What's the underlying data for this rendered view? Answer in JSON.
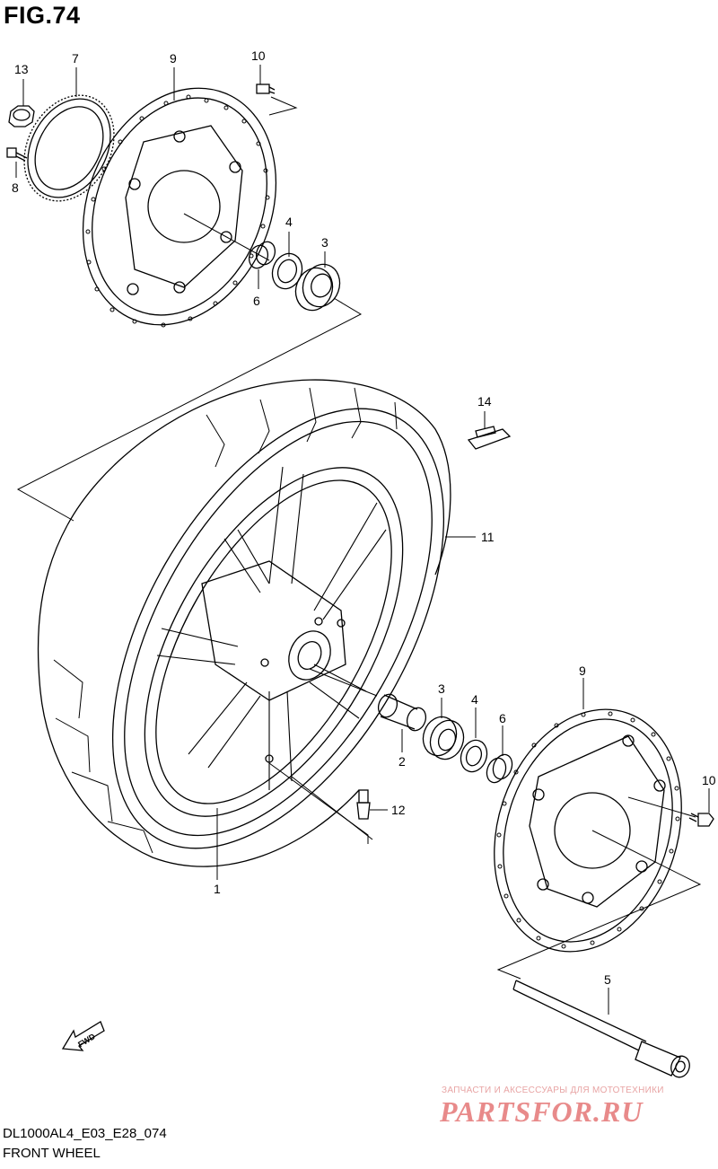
{
  "figure": {
    "title": "FIG.74"
  },
  "footer": {
    "code": "DL1000AL4_E03_E28_074",
    "name": "FRONT WHEEL"
  },
  "watermark": {
    "tagline": "ЗАПЧАСТИ И АКСЕССУАРЫ ДЛЯ МОТОТЕХНИКИ",
    "logo": "PARTSFOR.RU"
  },
  "direction_label": "FWD",
  "callouts": {
    "c13": "13",
    "c7": "7",
    "c9_top": "9",
    "c10_top": "10",
    "c8": "8",
    "c4_top": "4",
    "c3_top": "3",
    "c6_top": "6",
    "c14": "14",
    "c11": "11",
    "c9_bottom": "9",
    "c3_bottom": "3",
    "c4_bottom": "4",
    "c6_bottom": "6",
    "c2": "2",
    "c10_bottom": "10",
    "c12": "12",
    "c1": "1",
    "c5": "5"
  }
}
